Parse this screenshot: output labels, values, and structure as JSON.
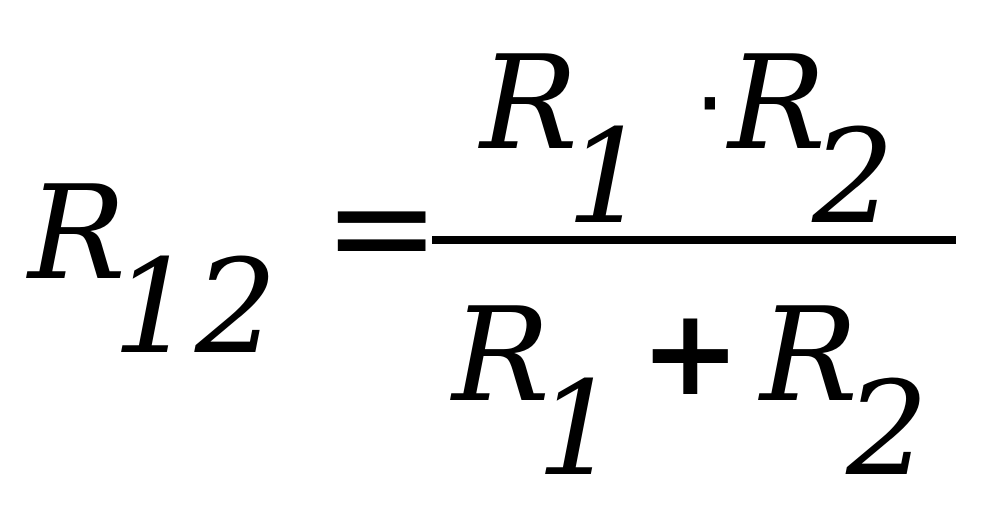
{
  "formula": {
    "lhs": {
      "symbol": "R",
      "subscript": "12"
    },
    "equals": "=",
    "numerator": {
      "term1": {
        "symbol": "R",
        "subscript": "1"
      },
      "operator": "·",
      "term2": {
        "symbol": "R",
        "subscript": "2"
      }
    },
    "denominator": {
      "term1": {
        "symbol": "R",
        "subscript": "1"
      },
      "operator": "+",
      "term2": {
        "symbol": "R",
        "subscript": "2"
      }
    }
  }
}
